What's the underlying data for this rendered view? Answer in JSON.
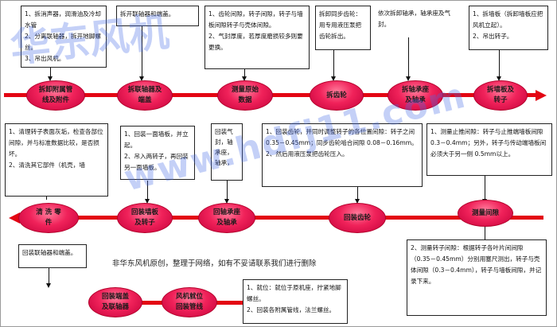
{
  "notes": {
    "n1": [
      "1、拆消声器，润滑油及冷却水管",
      "2、分离联轴器，拆开地脚螺丝。",
      "3、吊出风机。"
    ],
    "n2": [
      "拆开联轴器和端盖。"
    ],
    "n3": [
      "1、齿轮间隙，转子间隙，转子与墙板间隙转子与壳体间隙。",
      "2、气封厚度，若厚度磨损较多则要更换。"
    ],
    "n4": [
      "拆卸同步齿轮：用专用液压泵把齿轮拆出。"
    ],
    "n5": [
      "依次拆卸轴承，轴承座及气封。"
    ],
    "n6": [
      "1、拆墙板（拆卸墙板应把风机立起）。",
      "2、吊出转子。"
    ],
    "n7": [
      "1、清理转子表面灰垢，检查各部位间隙，并与标准数据比较，是否损坏。",
      "2、清洗其它部件（机壳，墙"
    ],
    "n8": [
      "1、回装一面墙板，并立起。",
      "2、吊入两转子，再回装另一面墙板。"
    ],
    "n9": [
      "回装气封，轴承座，轴承，"
    ],
    "n10": [
      "1、回装齿轮，并同时调整转子的各位置间隙：转子之间 0.35－0.45mm；同步齿轮啮合间隙 0.08－0.16mm。",
      "2、然后用液压泵把齿轮压入。"
    ],
    "n11": [
      "1、测量止推间隙：转子与止推端墙板间隙 0.3－0.4mm；另外，转子与传动端墙板间必须大于另一侧 0.5mm以上。"
    ],
    "n12": [
      "回装联轴器和端盖。"
    ],
    "n13": [
      "2、测量转子间隙：根据转子各叶片间间隙（0.35－0.45mm）分别用塞尺测出，转子与壳体间隙（0.3－0.4mm），转子与墙板间隙，并记录下来。"
    ],
    "n14": [
      "1、就位：就位于原机座，拧紧地脚螺丝。",
      "2、回装各附属管线，法兰螺丝。"
    ]
  },
  "nodes": {
    "r1": [
      "拆卸附属管",
      "线及附件"
    ],
    "r2": [
      "拆联轴器及",
      "端盖"
    ],
    "r3": [
      "测量原始",
      "数据"
    ],
    "r4": [
      "拆齿轮"
    ],
    "r5": [
      "拆轴承座",
      "及轴承"
    ],
    "r6": [
      "拆墙板及",
      "转子"
    ],
    "r7": [
      "清 洗 零",
      "件"
    ],
    "r8": [
      "回装墙板",
      "及转子"
    ],
    "r9": [
      "回轴承座",
      "及轴承"
    ],
    "r10": [
      "回装齿轮"
    ],
    "r11": [
      "测量间隙"
    ],
    "r12": [
      "回装端盖",
      "及联轴器"
    ],
    "r13": [
      "风机就位",
      "回装管线"
    ]
  },
  "caption": "非华东风机原创，整理于网络，如有不妥请联系我们进行删除",
  "watermarks": {
    "w1": "华东风机",
    "w2": "www.hdfj11.com"
  },
  "colors": {
    "flow_band": "#e30613",
    "node_fill": "#f0225a",
    "watermark": "#466ee6"
  }
}
